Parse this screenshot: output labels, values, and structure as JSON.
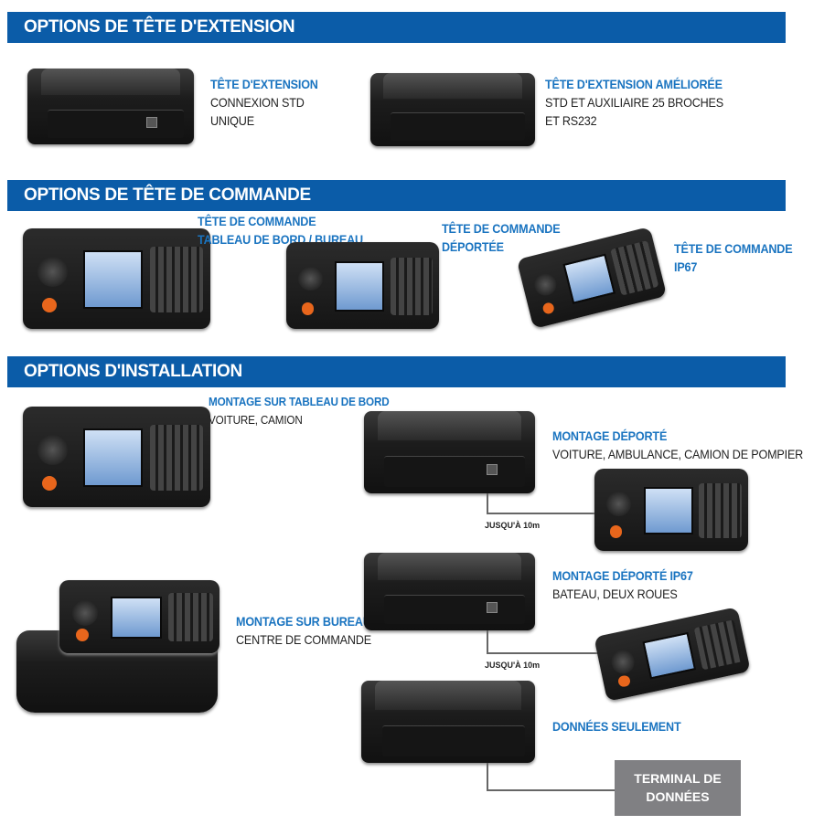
{
  "sections": [
    {
      "title": "OPTIONS DE TÊTE D'EXTENSION"
    },
    {
      "title": "OPTIONS DE TÊTE DE COMMANDE"
    },
    {
      "title": "OPTIONS D'INSTALLATION"
    }
  ],
  "extension": [
    {
      "title": "TÊTE D'EXTENSION",
      "lines": [
        "CONNEXION STD",
        "UNIQUE"
      ]
    },
    {
      "title": "TÊTE D'EXTENSION AMÉLIORÉE",
      "lines": [
        "STD ET AUXILIAIRE 25 BROCHES",
        "ET RS232"
      ]
    }
  ],
  "control": [
    {
      "title1": "TÊTE DE COMMANDE",
      "title2": "TABLEAU DE BORD / BUREAU"
    },
    {
      "title1": "TÊTE DE COMMANDE",
      "title2": "DÉPORTÉE"
    },
    {
      "title1": "TÊTE DE COMMANDE",
      "title2": "IP67"
    }
  ],
  "install": [
    {
      "title": "MONTAGE SUR TABLEAU DE BORD",
      "line": "VOITURE, CAMION"
    },
    {
      "title": "MONTAGE DÉPORTÉ",
      "line": "VOITURE, AMBULANCE, CAMION DE POMPIER"
    },
    {
      "title": "MONTAGE DÉPORTÉ  IP67",
      "line": "BATEAU, DEUX ROUES"
    },
    {
      "title": "MONTAGE SUR BUREAU",
      "line": "CENTRE DE COMMANDE"
    },
    {
      "title": "DONNÉES SEULEMENT"
    }
  ],
  "distance_label": "JUSQU'À 10m",
  "terminal": {
    "line1": "TERMINAL DE",
    "line2": "DONNÉES"
  },
  "colors": {
    "header": "#0b5ca8",
    "accent": "#1a74c0"
  }
}
